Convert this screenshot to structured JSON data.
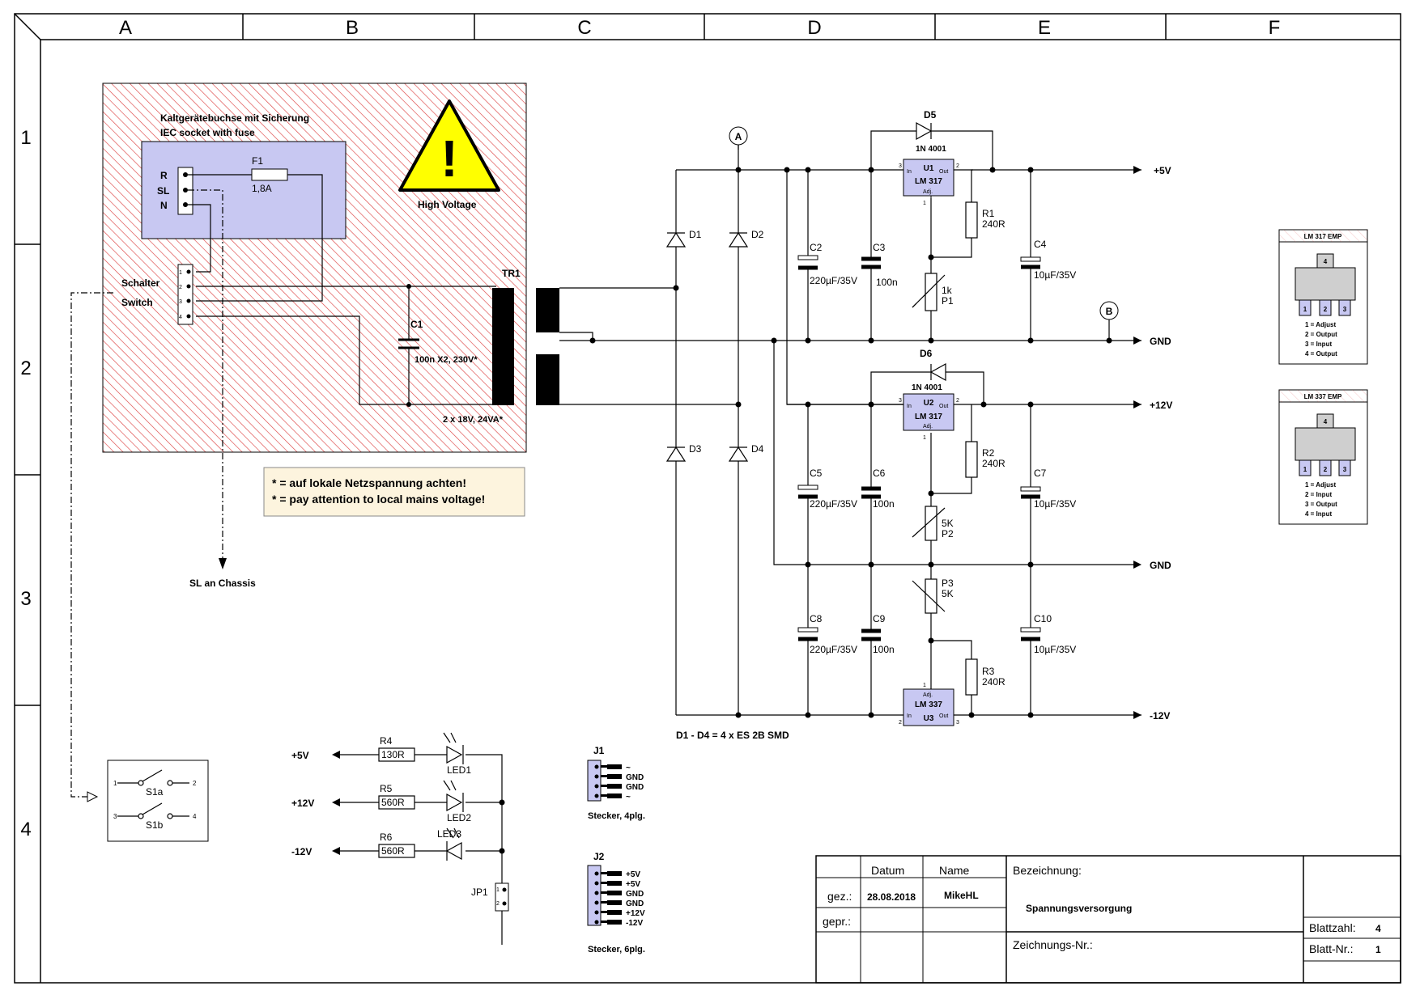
{
  "frame": {
    "columns": [
      "A",
      "B",
      "C",
      "D",
      "E",
      "F"
    ],
    "rows": [
      "1",
      "2",
      "3",
      "4"
    ]
  },
  "mains": {
    "socket_title_de": "Kaltgerätebuchse mit Sicherung",
    "socket_title_en": "IEC socket with fuse",
    "pin_r": "R",
    "pin_sl": "SL",
    "pin_n": "N",
    "fuse_name": "F1",
    "fuse_value": "1,8A",
    "warning_sign": "!",
    "warning_label": "High Voltage",
    "switch_de": "Schalter",
    "switch_en": "Switch",
    "sw_pins": [
      "1",
      "2",
      "3",
      "4"
    ],
    "cap_name": "C1",
    "cap_value": "100n X2, 230V*",
    "trafo_name": "TR1",
    "trafo_value": "2 x 18V, 24VA*",
    "note_de": "* = auf lokale Netzspannung achten!",
    "note_en": "* = pay attention to local mains voltage!",
    "chassis": "SL an Chassis"
  },
  "circuit": {
    "diodes": [
      "D1",
      "D2",
      "D3",
      "D4"
    ],
    "diode_note": "D1 - D4 = 4 x ES 2B SMD",
    "marker_a": "A",
    "marker_b": "B",
    "d5": "D5",
    "d5_type": "1N 4001",
    "d6": "D6",
    "d6_type": "1N 4001",
    "u1_name": "U1",
    "u1_type": "LM 317",
    "u2_name": "U2",
    "u2_type": "LM 317",
    "u3_name": "U3",
    "u3_type": "LM 337",
    "pin_in": "In",
    "pin_out": "Out",
    "pin_adj": "Adj.",
    "pin1": "1",
    "pin2": "2",
    "pin3": "3",
    "r1": "R1",
    "r1v": "240R",
    "r2": "R2",
    "r2v": "240R",
    "r3": "R3",
    "r3v": "240R",
    "p1": "P1",
    "p1v": "1k",
    "p2": "P2",
    "p2v": "5K",
    "p3": "P3",
    "p3v": "5K",
    "c2": "C2",
    "c2v": "220µF/35V",
    "c3": "C3",
    "c3v": "100n",
    "c4": "C4",
    "c4v": "10µF/35V",
    "c5": "C5",
    "c5v": "220µF/35V",
    "c6": "C6",
    "c6v": "100n",
    "c7": "C7",
    "c7v": "10µF/35V",
    "c8": "C8",
    "c8v": "220µF/35V",
    "c9": "C9",
    "c9v": "100n",
    "c10": "C10",
    "c10v": "10µF/35V",
    "out_5v": "+5V",
    "out_gnd1": "GND",
    "out_12v": "+12V",
    "out_gnd2": "GND",
    "out_m12v": "-12V"
  },
  "packages": [
    {
      "title": "LM 317 EMP",
      "tab": "4",
      "pins": [
        "1",
        "2",
        "3"
      ],
      "legend": [
        "1 = Adjust",
        "2 = Output",
        "3 = Input",
        "4 = Output"
      ]
    },
    {
      "title": "LM 337 EMP",
      "tab": "4",
      "pins": [
        "1",
        "2",
        "3"
      ],
      "legend": [
        "1 = Adjust",
        "2 = Input",
        "3 = Output",
        "4 = Input"
      ]
    }
  ],
  "leds": {
    "rails": [
      "+5V",
      "+12V",
      "-12V"
    ],
    "r4": "R4",
    "r4v": "130R",
    "r5": "R5",
    "r5v": "560R",
    "r6": "R6",
    "r6v": "560R",
    "led1": "LED1",
    "led2": "LED2",
    "led3": "LED3",
    "jp1": "JP1",
    "jp_pins": [
      "1",
      "2"
    ]
  },
  "switch_sym": {
    "s1a": "S1a",
    "s1b": "S1b",
    "pins": [
      "1",
      "2",
      "3",
      "4"
    ]
  },
  "connectors": {
    "j1": "J1",
    "j1_pins": [
      "~",
      "GND",
      "GND",
      "~"
    ],
    "j1_caption": "Stecker, 4plg.",
    "j2": "J2",
    "j2_pins": [
      "+5V",
      "+5V",
      "GND",
      "GND",
      "+12V",
      "-12V"
    ],
    "j2_caption": "Stecker, 6plg."
  },
  "titleblock": {
    "h_datum": "Datum",
    "h_name": "Name",
    "gez": "gez.:",
    "date": "28.08.2018",
    "author": "MikeHL",
    "gepr": "gepr.:",
    "bez_label": "Bezeichnung:",
    "bez_value": "Spannungsversorgung",
    "nr_label": "Zeichnungs-Nr.:",
    "sheets_label": "Blattzahl:",
    "sheets_value": "4",
    "sheet_label": "Blatt-Nr.:",
    "sheet_value": "1"
  }
}
